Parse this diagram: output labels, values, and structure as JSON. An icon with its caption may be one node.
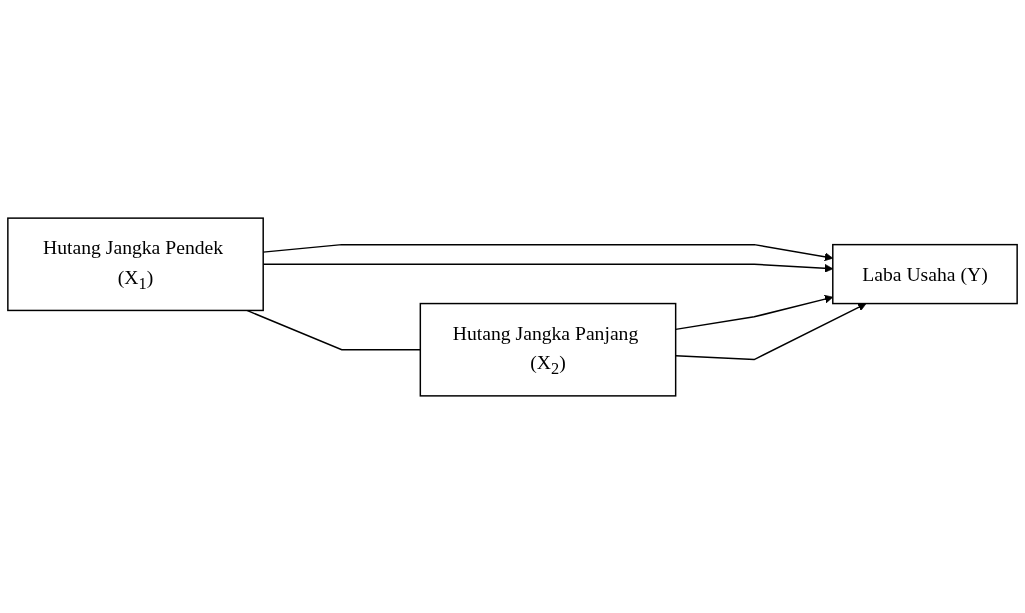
{
  "diagram": {
    "nodes": [
      {
        "text": [
          "Hutang Jangka Pendek (X$_{1}$)"
        ]
      },
      {
        "text": [
          "Laba Usaha (Y)"
        ]
      },
      {
        "text": [
          "Hutang Jangka Panjang (X$_{2}$)"
        ]
      }
    ],
    "edges": [
      {
        "from": 0,
        "to": 1,
        "arrow": "to"
      },
      {
        "from": 0,
        "to": 2,
        "arrow": "none"
      },
      {
        "from": 0,
        "to": 1,
        "arrow": "to"
      },
      {
        "from": 2,
        "to": 1,
        "arrow": "to"
      },
      {
        "from": 2,
        "to": 1,
        "arrow": "to"
      }
    ]
  }
}
